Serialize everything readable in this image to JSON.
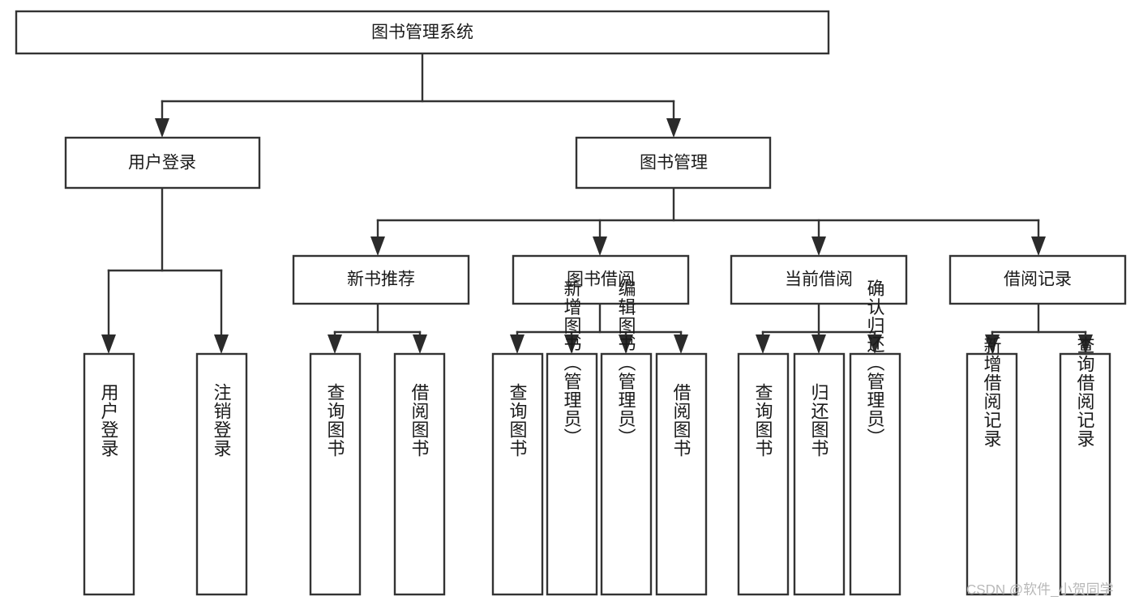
{
  "diagram": {
    "title": "图书管理系统",
    "type": "tree-hierarchy-chart",
    "watermark": "CSDN @软件_小贺同学",
    "colors": {
      "background": "#ffffff",
      "box_fill": "#ffffff",
      "box_stroke": "#333333",
      "text": "#1a1a1a",
      "watermark": "#b8b8b8"
    },
    "nodes": {
      "root": {
        "label": "图书管理系统"
      },
      "level2": [
        {
          "label": "用户登录"
        },
        {
          "label": "图书管理"
        }
      ],
      "level3": [
        {
          "label": "新书推荐"
        },
        {
          "label": "图书借阅"
        },
        {
          "label": "当前借阅"
        },
        {
          "label": "借阅记录"
        }
      ],
      "leaves_user_login": [
        {
          "label": "用户登录"
        },
        {
          "label": "注销登录"
        }
      ],
      "leaves_new_book": [
        {
          "label": "查询图书"
        },
        {
          "label": "借阅图书"
        }
      ],
      "leaves_borrow": [
        {
          "label": "查询图书"
        },
        {
          "label": "新增图书（管理员）"
        },
        {
          "label": "编辑图书（管理员）"
        },
        {
          "label": "借阅图书"
        }
      ],
      "leaves_current": [
        {
          "label": "查询图书"
        },
        {
          "label": "归还图书"
        },
        {
          "label": "确认归还（管理员）"
        }
      ],
      "leaves_records": [
        {
          "label": "新增借阅记录"
        },
        {
          "label": "查询借阅记录"
        }
      ]
    }
  }
}
